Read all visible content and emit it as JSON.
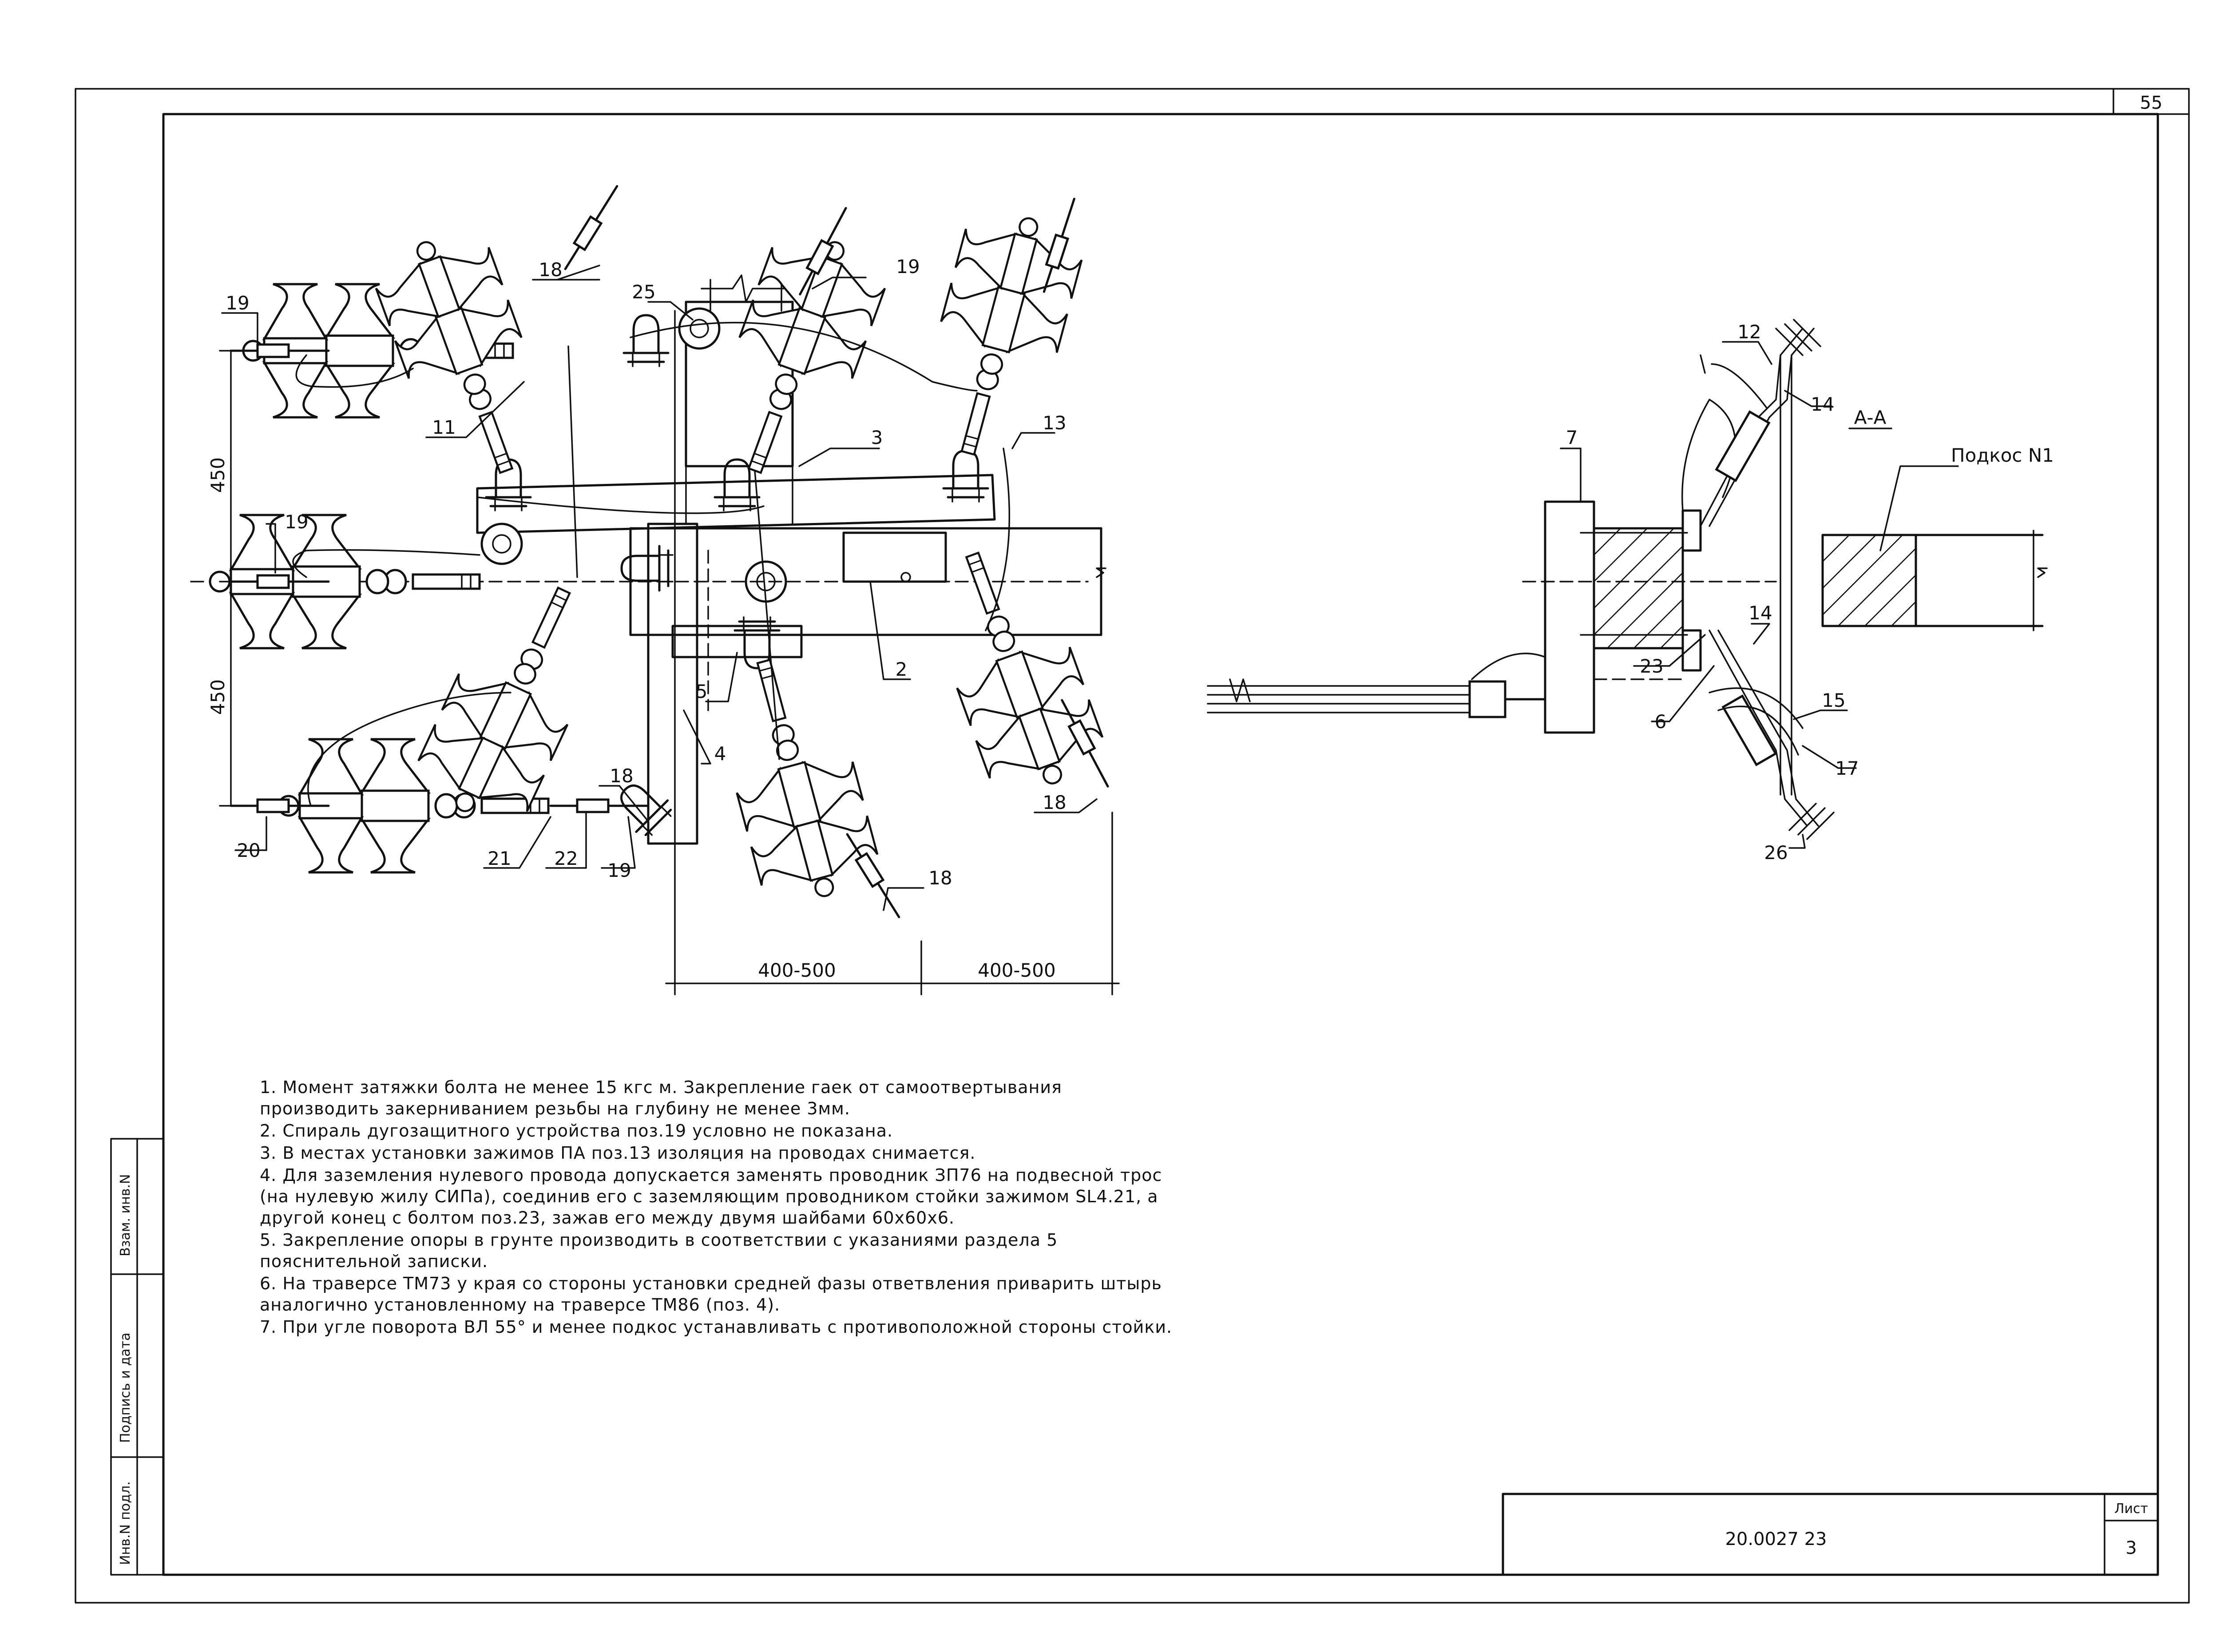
{
  "sheet": {
    "corner_page_number": "55",
    "doc_code": "20.0027 23",
    "sheet_label": "Лист",
    "sheet_number": "3",
    "side_stamp": {
      "inv_replace": "Взам. инв.N",
      "signature_date": "Подпись и дата",
      "inv_original": "Инв.N подл."
    }
  },
  "left_view": {
    "dimensions": {
      "vertical_upper": "450",
      "vertical_lower": "450",
      "horizontal_left": "400-500",
      "horizontal_right": "400-500"
    },
    "callouts": [
      "19",
      "18",
      "25",
      "19",
      "11",
      "3",
      "13",
      "19",
      "2",
      "5",
      "4",
      "18",
      "18",
      "20",
      "21",
      "22",
      "19",
      "18"
    ]
  },
  "right_view": {
    "section_title": "А-А",
    "strut_label": "Подкос N1",
    "callouts": [
      "12",
      "14",
      "7",
      "14",
      "23",
      "6",
      "15",
      "17",
      "26"
    ]
  },
  "notes": [
    "1. Момент затяжки болта не менее 15 кгс м. Закрепление гаек от самоотвертывания производить закерниванием резьбы на глубину не менее 3мм.",
    "2. Спираль дугозащитного устройства поз.19 условно не показана.",
    "3. В местах установки зажимов ПА поз.13 изоляция на проводах снимается.",
    "4. Для заземления нулевого провода допускается заменять проводник ЗП76 на подвесной трос (на нулевую жилу СИПа), соединив его с заземляющим проводником стойки зажимом SL4.21, а другой конец с болтом поз.23, зажав его между двумя шайбами 60х60х6.",
    "5. Закрепление опоры в грунте производить в соответствии с указаниями раздела 5 пояснительной записки.",
    "6. На траверсе ТМ73 у края со стороны установки средней фазы ответвления приварить штырь аналогично установленному на траверсе ТМ86 (поз. 4).",
    "7. При угле поворота ВЛ 55° и менее подкос устанавливать с противоположной стороны стойки."
  ]
}
